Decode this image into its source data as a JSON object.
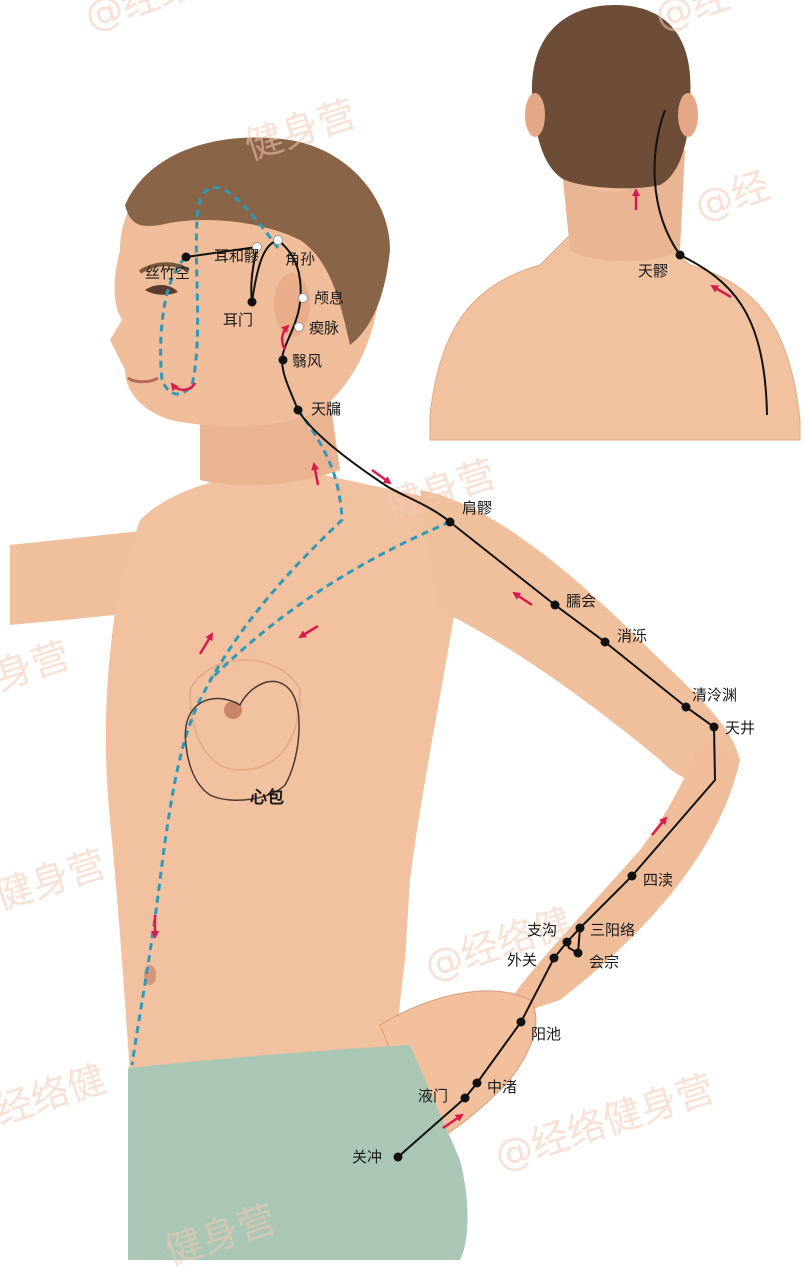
{
  "watermark": "@经络健身营",
  "watermark_partials": {
    "a": "@经络",
    "b": "健身营",
    "c": "身营",
    "d": "@经",
    "e": "经络健",
    "f": "@经络健",
    "g": "健身营",
    "h": "@经络健身营",
    "i": "身营",
    "j": "@经"
  },
  "points": {
    "sizhukong": "丝竹空",
    "erheliao": "耳和髎",
    "jiaosun": "角孙",
    "ermen": "耳门",
    "luxi": "颅息",
    "chimai": "瘈脉",
    "yifeng": "翳风",
    "tianyou": "天牖",
    "jianliao": "肩髎",
    "naohui": "臑会",
    "xiaoluo": "消泺",
    "qinglengyuan": "清泠渊",
    "tianjing": "天井",
    "sidu": "四渎",
    "zhigou": "支沟",
    "sanyangluo": "三阳络",
    "waiguan": "外关",
    "huizong": "会宗",
    "yangchi": "阳池",
    "yemen": "液门",
    "zhongzhu": "中渚",
    "guanchong": "关冲",
    "tianliao": "天髎"
  },
  "organ_label": "心包",
  "colors": {
    "meridian": "#111111",
    "internal_path": "#2f9ab8",
    "arrow": "#d81b4f",
    "skin": "#f2c2a0",
    "skin_shadow": "#dca07c",
    "hair": "#8a6447",
    "shorts": "#a9c7b4"
  }
}
